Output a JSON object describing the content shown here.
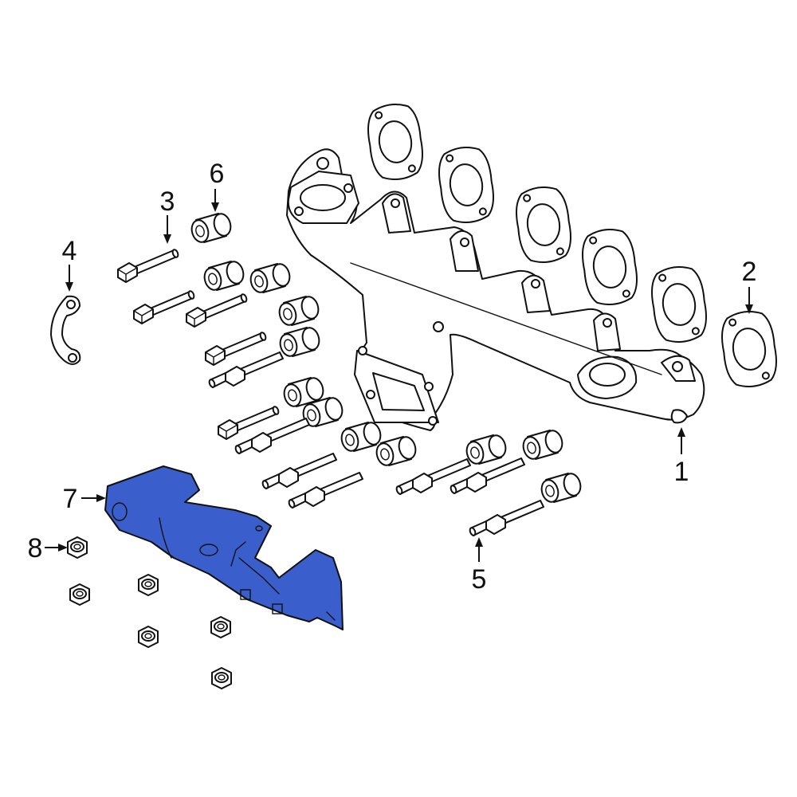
{
  "diagram": {
    "highlight_color": "#3a5fcd",
    "line_color": "#111111",
    "background": "#ffffff",
    "callouts": [
      {
        "id": "1",
        "label": "1",
        "part": "exhaust-manifold"
      },
      {
        "id": "2",
        "label": "2",
        "part": "manifold-gasket"
      },
      {
        "id": "3",
        "label": "3",
        "part": "manifold-bolt"
      },
      {
        "id": "4",
        "label": "4",
        "part": "lifting-bracket"
      },
      {
        "id": "5",
        "label": "5",
        "part": "stud-bolt"
      },
      {
        "id": "6",
        "label": "6",
        "part": "spacer-sleeve"
      },
      {
        "id": "7",
        "label": "7",
        "part": "heat-shield"
      },
      {
        "id": "8",
        "label": "8",
        "part": "flange-nut"
      }
    ]
  }
}
